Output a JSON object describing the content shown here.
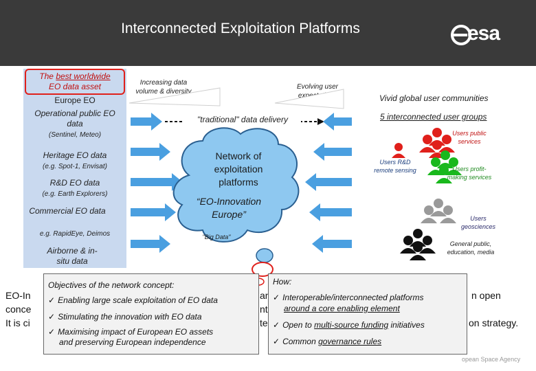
{
  "header": {
    "title": "Interconnected Exploitation Platforms",
    "logo_text": "esa",
    "background": "#3a3a3a"
  },
  "left_column": {
    "best_asset_prefix": "The ",
    "best_asset_underlined": "best worldwide",
    "best_asset_suffix": "EO data asset",
    "europe_eo": "Europe EO",
    "items": [
      {
        "label": "Operational public EO data",
        "sub": "(Sentinel, Meteo)"
      },
      {
        "label": "Heritage  EO data",
        "sub": "(e.g. Spot-1, Envisat)"
      },
      {
        "label": "R&D EO data",
        "sub": "(e.g. Earth Explorers)"
      },
      {
        "label": "Commercial EO data",
        "sub": "e.g. RapidEye, Deimos"
      },
      {
        "label": "Airborne & in-situ data",
        "sub": ""
      }
    ]
  },
  "notes": {
    "increasing": "Increasing data volume & diversity",
    "evolving": "Evolving user expectations",
    "traditional": "\"traditional\"  data delivery"
  },
  "cloud": {
    "network": "Network of exploitation platforms",
    "innovation": "“EO-Innovation Europe”",
    "big_data": "\"Big Data\""
  },
  "right": {
    "title": "Vivid global user communities",
    "subtitle_underlined": "5 interconnected user groups",
    "groups": [
      {
        "label": "Users public services",
        "color": "#e0201b"
      },
      {
        "label": "Users R&D remote sensing",
        "color": "#e0201b"
      },
      {
        "label": "Users profit-making services",
        "color": "#19b81c"
      },
      {
        "label": "Users geosciences",
        "color": "#9a9a9a"
      },
      {
        "label": "General public, education, media",
        "color": "#111111"
      }
    ]
  },
  "bottom_text": {
    "line1_left": "EO-In",
    "line1_mid": "an",
    "line1_right": "n open",
    "line2_left": "conce",
    "line2_mid": "nt",
    "line3_left": "It is ci",
    "line3_mid": "te",
    "line3_right": "on strategy."
  },
  "objectives": {
    "heading": "Objectives of the network concept:",
    "items": [
      "Enabling large scale exploitation of EO data",
      "Stimulating the innovation with EO data",
      "Maximising impact of European EO assets",
      "and preserving European independence"
    ]
  },
  "how": {
    "heading": "How:",
    "item1": "Interoperable/interconnected platforms",
    "item1_cont": "around a core enabling element",
    "item2_prefix": "Open to ",
    "item2_underlined": "multi-source funding",
    "item2_suffix": " initiatives",
    "item3_prefix": "Common ",
    "item3_underlined": "governance rules"
  },
  "footer": {
    "agency": "opean Space Agency"
  },
  "colors": {
    "arrow": "#4a9fe0",
    "cloud": "#8ec8f0",
    "cloud_stroke": "#2a5f90",
    "highlight_red": "#e0201b"
  }
}
